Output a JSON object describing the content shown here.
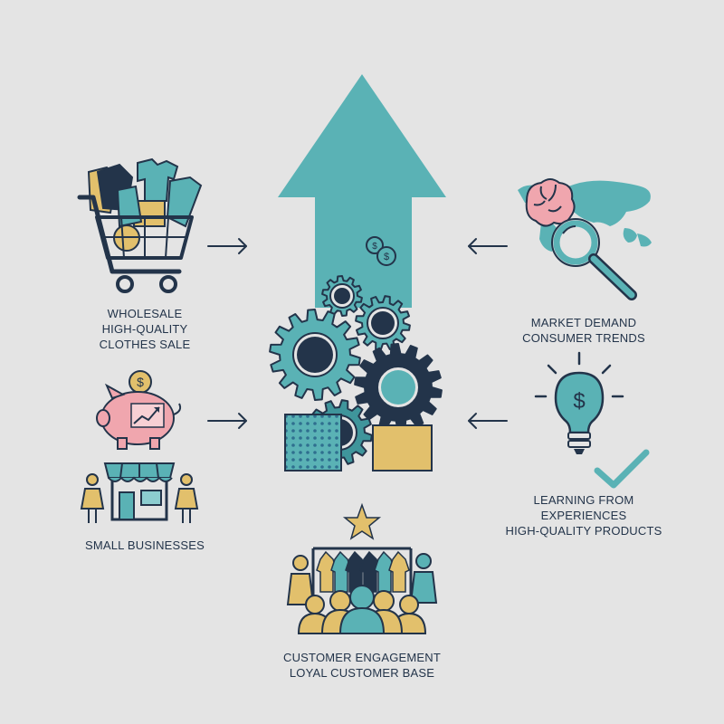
{
  "colors": {
    "background": "#e4e4e4",
    "teal": "#5ab2b5",
    "teal_dark": "#3f959b",
    "navy": "#23344a",
    "mustard": "#e2c06c",
    "pink": "#f0a6ae"
  },
  "left_items": [
    {
      "icon": "shopping-cart-clothes-icon",
      "lines": [
        "WHOLESALE",
        "HIGH-QUALITY",
        "CLOTHES SALE"
      ]
    },
    {
      "icon": "piggy-bank-shop-icon",
      "lines": [
        "SMALL BUSINESSES"
      ]
    }
  ],
  "right_items": [
    {
      "icon": "world-map-magnifier-icon",
      "lines": [
        "MARKET DEMAND",
        "CONSUMER TRENDS"
      ]
    },
    {
      "icon": "lightbulb-check-icon",
      "lines": [
        "LEARNING FROM",
        "EXPERIENCES",
        "HIGH-QUALITY PRODUCTS"
      ]
    }
  ],
  "bottom_item": {
    "icon": "customers-clothing-rack-icon",
    "lines": [
      "CUSTOMER ENGAGEMENT",
      "LOYAL CUSTOMER BASE"
    ]
  },
  "center": {
    "icon": "growth-arrow-gears-icon"
  }
}
